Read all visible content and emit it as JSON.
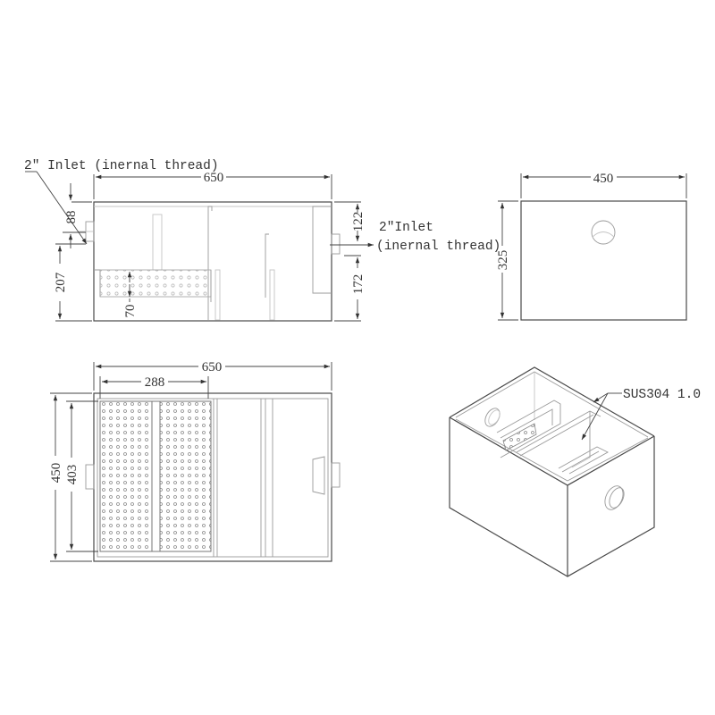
{
  "drawing": {
    "title": "Stainless steel grease trap - technical drawing",
    "colors": {
      "line": "#4a4a4a",
      "thin_line": "#9a9a9a",
      "background": "#ffffff",
      "text": "#333333"
    }
  },
  "front_view": {
    "width_dim": "650",
    "left_inlet_label": "2″ Inlet (inernal thread)",
    "left_inlet_offset_dim": "88",
    "left_inlet_height_dim": "207",
    "basket_height_dim": "70",
    "right_top_dim": "122",
    "right_bottom_dim": "172",
    "right_outlet_label_line1": "2″Inlet",
    "right_outlet_label_line2": "(inernal thread)"
  },
  "side_view": {
    "width_dim": "450",
    "height_dim": "325"
  },
  "plan_view": {
    "width_dim": "650",
    "basket_width_dim": "288",
    "depth_dim": "450",
    "basket_depth_dim": "403"
  },
  "isometric_view": {
    "material_label": "SUS304 1.0"
  }
}
